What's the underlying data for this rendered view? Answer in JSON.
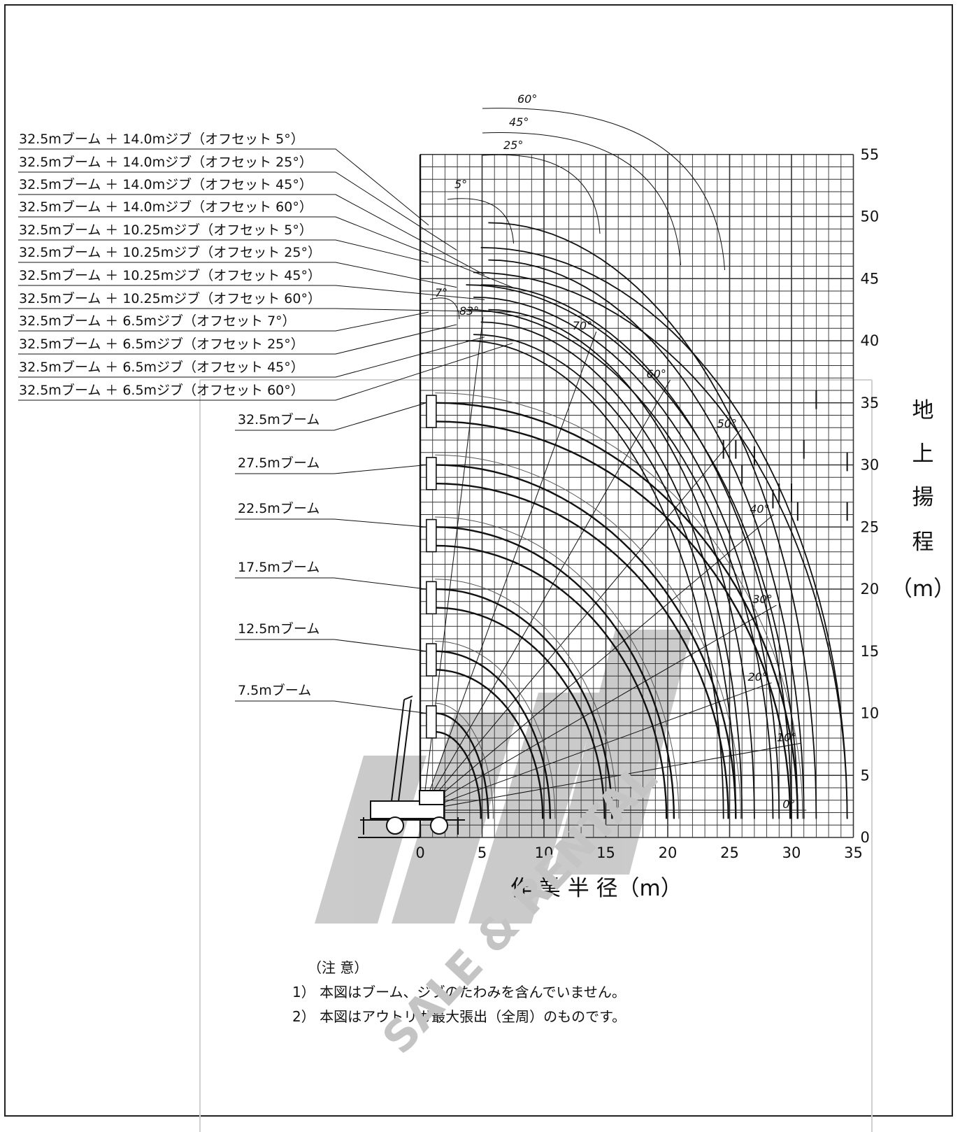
{
  "chart_data": {
    "type": "diagram",
    "x_axis": {
      "label": "作 業 半 径（m）",
      "ticks": [
        0,
        5,
        10,
        15,
        20,
        25,
        30,
        35
      ],
      "range": [
        0,
        35
      ]
    },
    "y_axis": {
      "label_chars": [
        "地",
        "上",
        "揚",
        "程",
        "（m）"
      ],
      "ticks": [
        0,
        5,
        10,
        15,
        20,
        25,
        30,
        35,
        40,
        45,
        50,
        55
      ],
      "range": [
        0,
        55
      ]
    },
    "grid": true,
    "configurations": [
      {
        "label": "32.5mブーム ＋ 14.0mジブ（オフセット 5°）",
        "tip_height": 49.5,
        "max_radius": 32.0,
        "end_height": 34.5
      },
      {
        "label": "32.5mブーム ＋ 14.0mジブ（オフセット 25°）",
        "tip_height": 47.5,
        "max_radius": 34.5,
        "end_height": 29.5
      },
      {
        "label": "32.5mブーム ＋ 14.0mジブ（オフセット 45°）",
        "tip_height": 45.5,
        "max_radius": 34.5,
        "end_height": 25.5
      },
      {
        "label": "32.5mブーム ＋ 14.0mジブ（オフセット 60°）",
        "tip_height": 44.5,
        "max_radius": 30.5,
        "end_height": 25.5
      },
      {
        "label": "32.5mブーム ＋ 10.25mジブ（オフセット 5°）",
        "tip_height": 46.5,
        "max_radius": 31.0,
        "end_height": 30.5
      },
      {
        "label": "32.5mブーム ＋ 10.25mジブ（オフセット 25°）",
        "tip_height": 44.5,
        "max_radius": 30.0,
        "end_height": 27.0
      },
      {
        "label": "32.5mブーム ＋ 10.25mジブ（オフセット 45°）",
        "tip_height": 43.5,
        "max_radius": 29.0,
        "end_height": 27.0
      },
      {
        "label": "32.5mブーム ＋ 10.25mジブ（オフセット 60°）",
        "tip_height": 42.5,
        "max_radius": 28.5,
        "end_height": 26.5
      },
      {
        "label": "32.5mブーム ＋ 6.5mジブ（オフセット 7°）",
        "tip_height": 42.5,
        "max_radius": 27.0,
        "end_height": 30.0
      },
      {
        "label": "32.5mブーム ＋ 6.5mジブ（オフセット 25°）",
        "tip_height": 41.5,
        "max_radius": 26.0,
        "end_height": 28.5
      },
      {
        "label": "32.5mブーム ＋ 6.5mジブ（オフセット 45°）",
        "tip_height": 40.5,
        "max_radius": 25.5,
        "end_height": 30.5
      },
      {
        "label": "32.5mブーム ＋ 6.5mジブ（オフセット 60°）",
        "tip_height": 40.0,
        "max_radius": 24.5,
        "end_height": 30.5
      }
    ],
    "booms": [
      {
        "label": "32.5mブーム",
        "tip_height": 35.0,
        "max_radius": 30.5
      },
      {
        "label": "27.5mブーム",
        "tip_height": 30.0,
        "max_radius": 25.5
      },
      {
        "label": "22.5mブーム",
        "tip_height": 25.0,
        "max_radius": 20.5
      },
      {
        "label": "17.5mブーム",
        "tip_height": 20.0,
        "max_radius": 15.5
      },
      {
        "label": "12.5mブーム",
        "tip_height": 15.0,
        "max_radius": 10.5
      },
      {
        "label": "7.5mブーム",
        "tip_height": 10.0,
        "max_radius": 5.5
      }
    ],
    "boom_angle_labels": [
      "83°",
      "70°",
      "60°",
      "50°",
      "40°",
      "30°",
      "20°",
      "10°",
      "0°"
    ],
    "offset_angle_labels": [
      "60°",
      "45°",
      "25°",
      "5°",
      "7°"
    ]
  },
  "notes": {
    "title": "（注 意）",
    "items": [
      "1） 本図はブーム、ジブのたわみを含んでいません。",
      "2） 本図はアウトリガ最大張出（全周）のものです。"
    ]
  },
  "watermark": {
    "text": "SALE & RENTAL"
  }
}
